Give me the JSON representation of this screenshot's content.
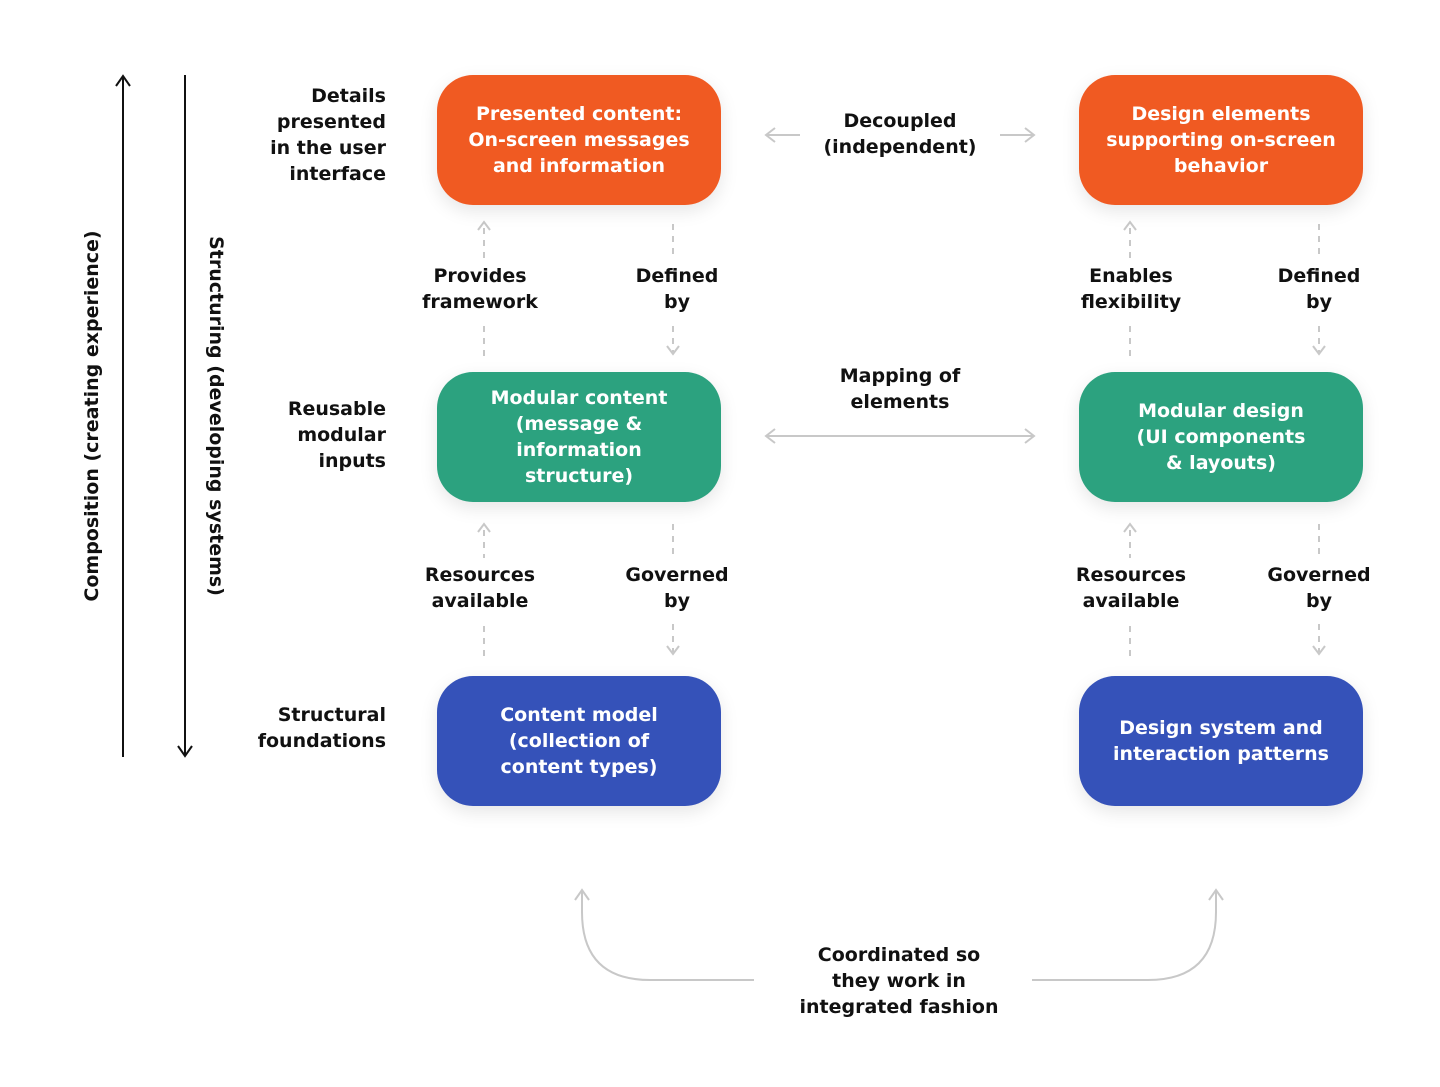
{
  "row_labels": {
    "details": "Details\npresented\nin the user\ninterface",
    "reusable": "Reusable\nmodular\ninputs",
    "structural": "Structural\nfoundations"
  },
  "side_axes": {
    "composition": "Composition (creating experience)",
    "structuring": "Structuring (developing systems)"
  },
  "boxes": {
    "presented_content": "Presented content:\nOn-screen messages\nand information",
    "design_elements": "Design elements\nsupporting on-screen\nbehavior",
    "modular_content": "Modular content\n(message & information\nstructure)",
    "modular_design": "Modular design\n(UI components\n& layouts)",
    "content_model": "Content model\n(collection of\ncontent types)",
    "design_system": "Design system and\ninteraction patterns"
  },
  "connectors": {
    "decoupled": "Decoupled\n(independent)",
    "mapping": "Mapping of\nelements",
    "coordinated": "Coordinated so\nthey work in\nintegrated fashion",
    "left_top_up": "Provides\nframework",
    "left_top_down": "Defined\nby",
    "left_bottom_up": "Resources\navailable",
    "left_bottom_down": "Governed\nby",
    "right_top_up": "Enables\nflexibility",
    "right_top_down": "Defined\nby",
    "right_bottom_up": "Resources\navailable",
    "right_bottom_down": "Governed\nby"
  },
  "colors": {
    "orange": "#f05a22",
    "green": "#2ca27f",
    "blue": "#3552b9",
    "connector": "#c8c8c8",
    "axis": "#111111"
  }
}
